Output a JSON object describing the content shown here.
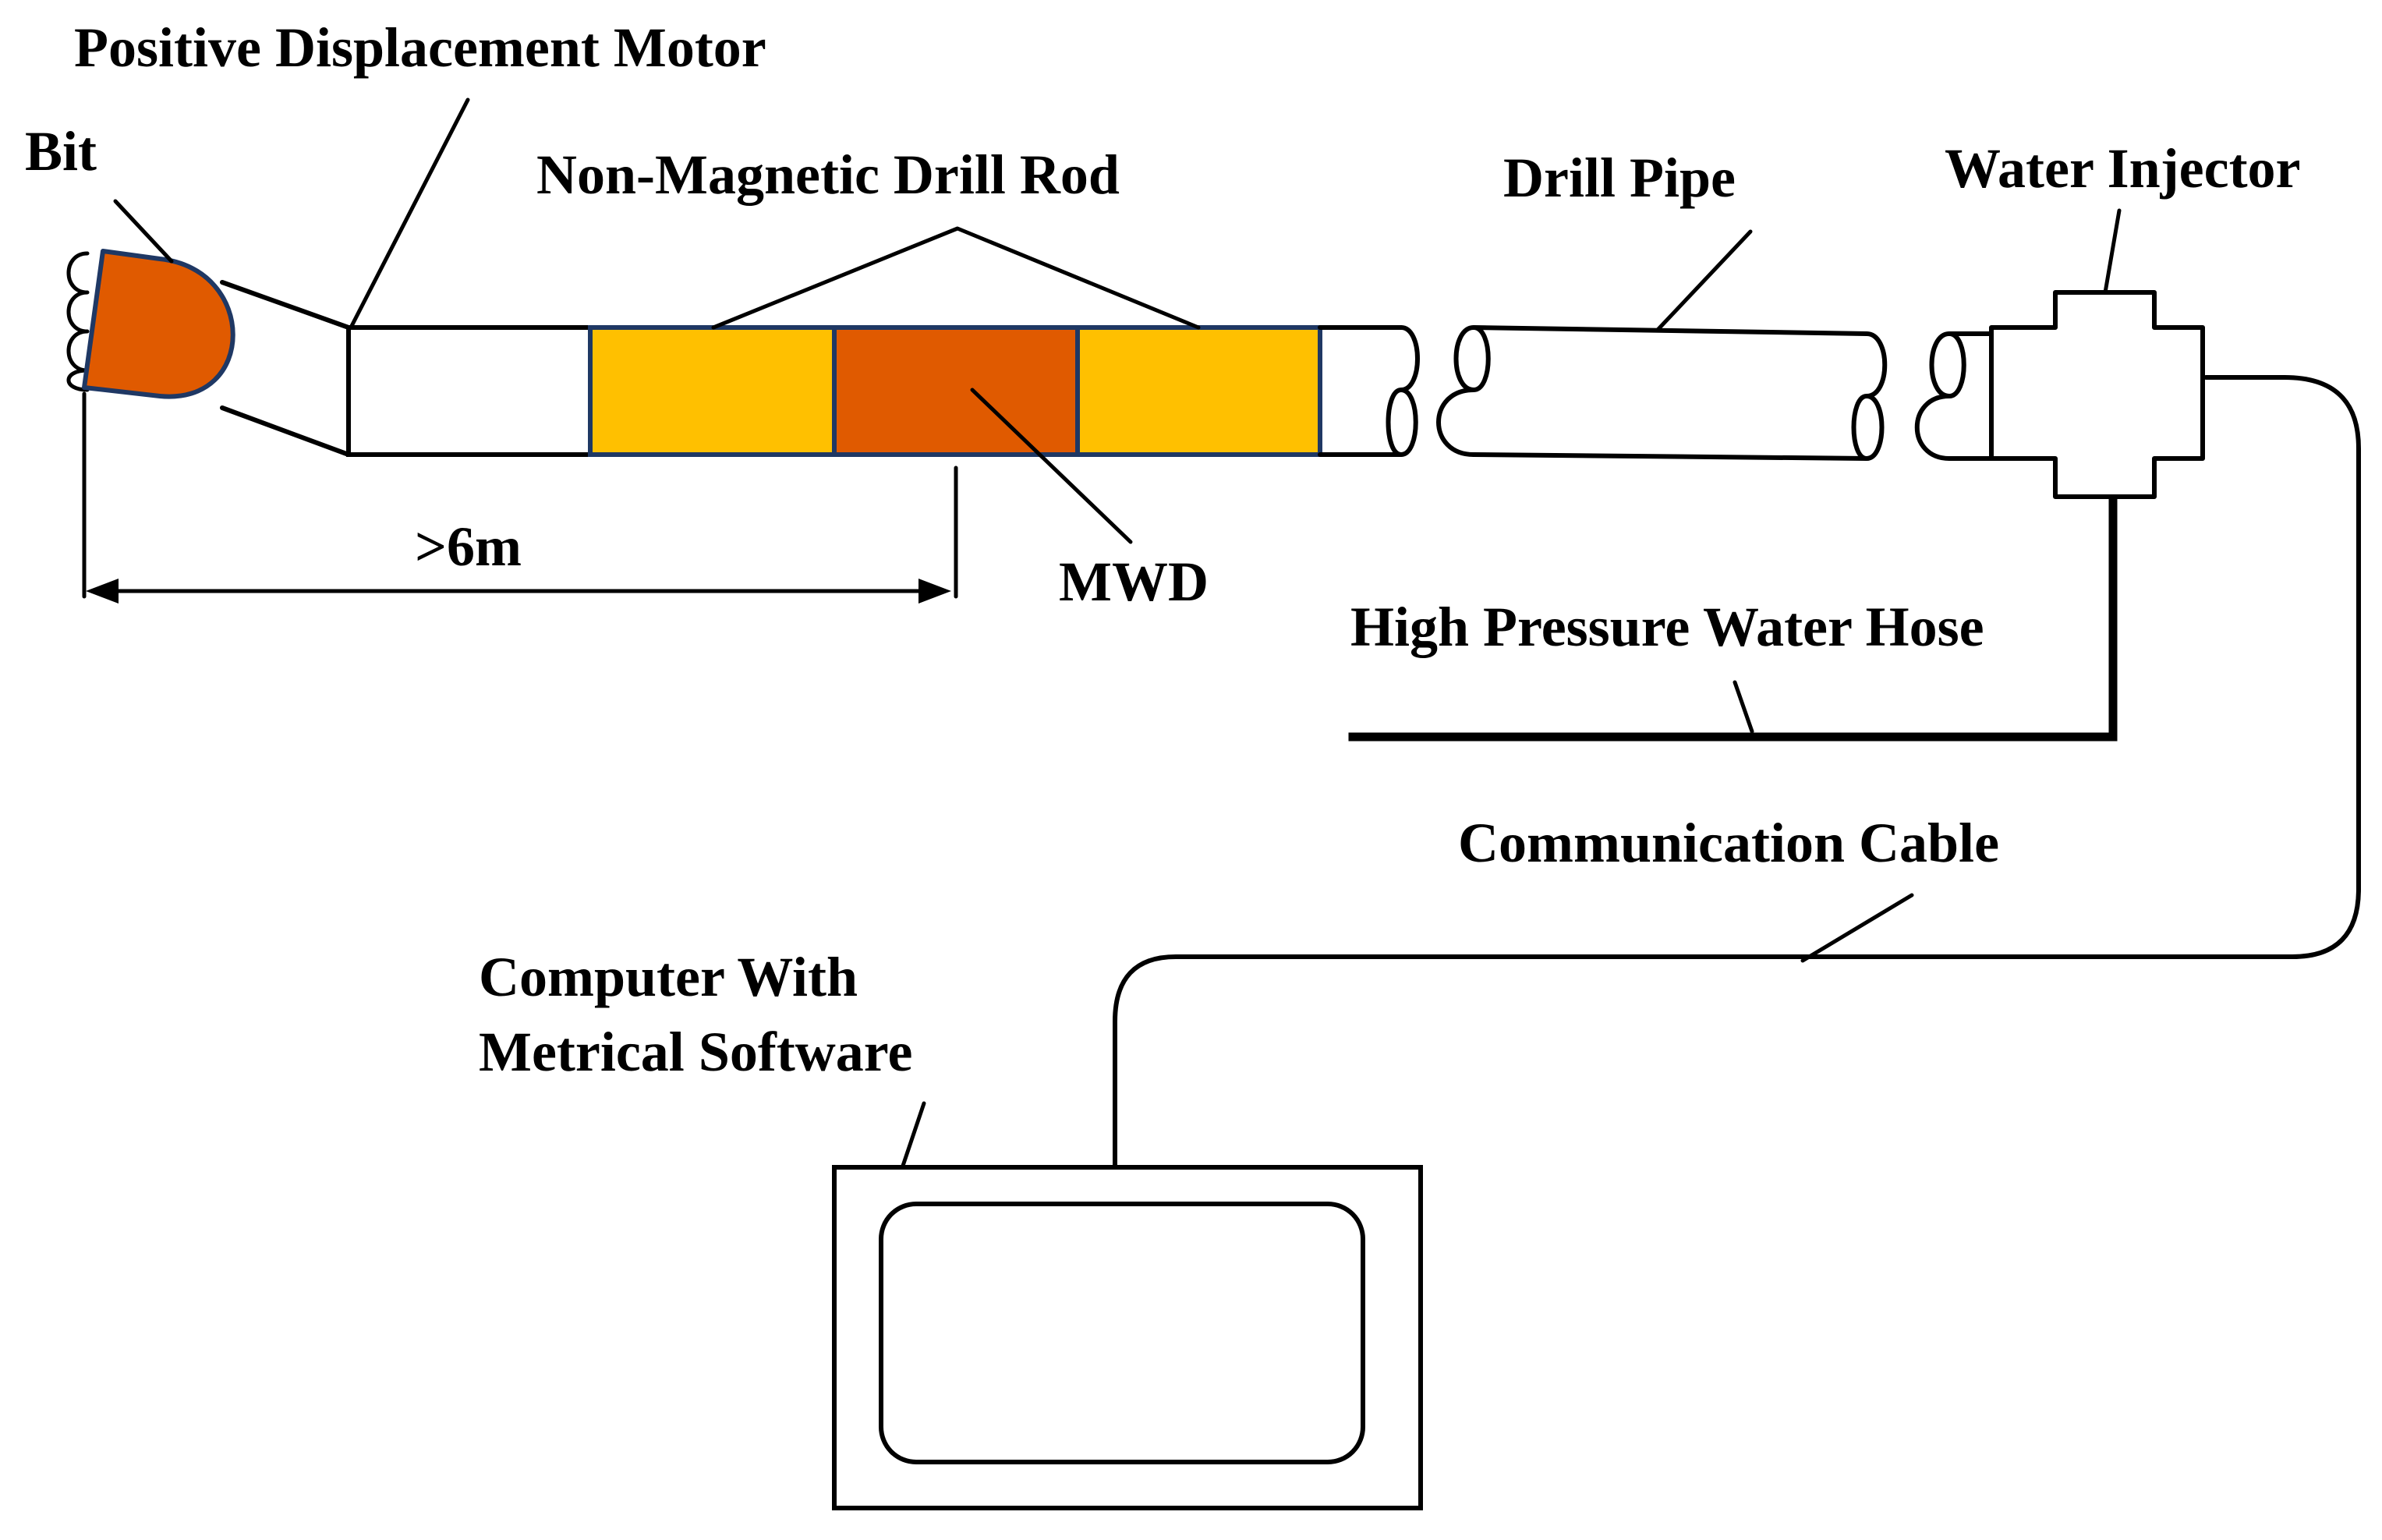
{
  "labels": {
    "positive_displacement_motor": "Positive Displacement Motor",
    "bit": "Bit",
    "non_magnetic_drill_rod": "Non-Magnetic Drill Rod",
    "drill_pipe": "Drill Pipe",
    "water_injector": "Water Injector",
    "distance": ">6m",
    "mwd": "MWD",
    "high_pressure_water_hose": "High Pressure Water Hose",
    "communication_cable": "Communication Cable",
    "computer_line1": "Computer With",
    "computer_line2": "Metrical Software"
  },
  "colors": {
    "bit": "#E05A00",
    "mwd": "#E05A00",
    "non_magnetic_rod": "#FFC000",
    "outline": "#000000",
    "bit_outline": "#1F3864"
  }
}
